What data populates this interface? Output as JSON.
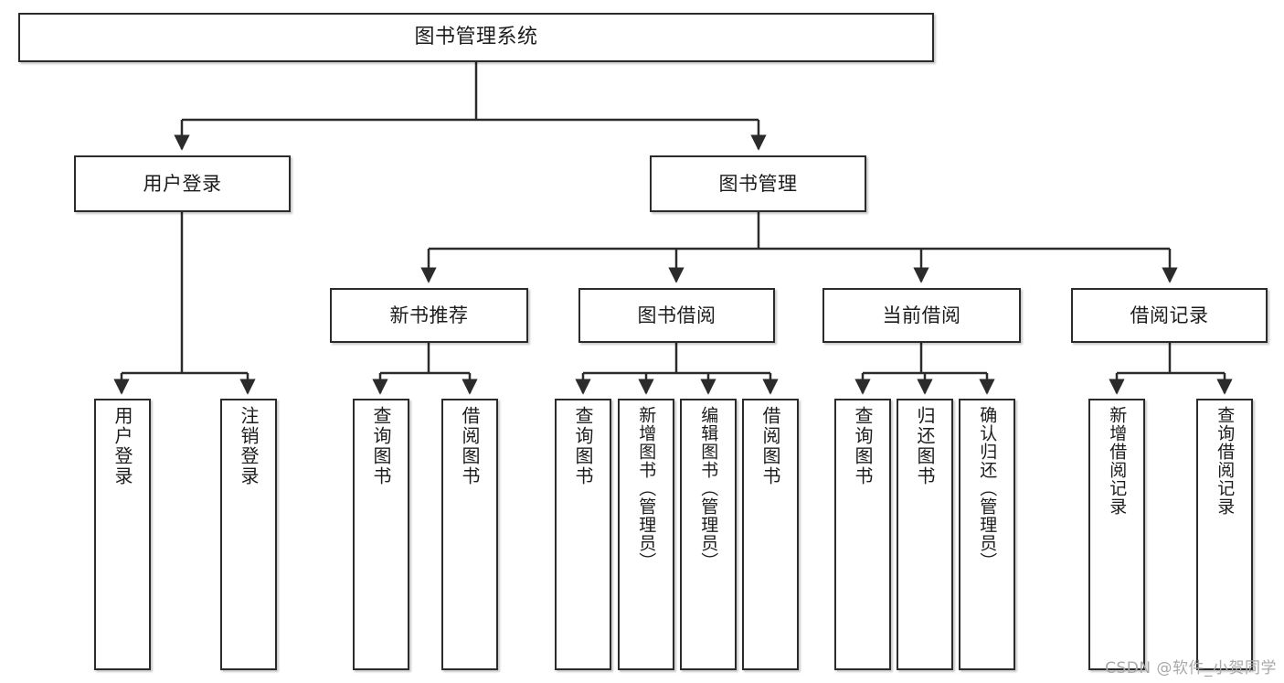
{
  "diagram": {
    "title": "图书管理系统",
    "type": "功能结构图",
    "root": {
      "id": "root",
      "label": "图书管理系统"
    },
    "level2": [
      {
        "id": "user-login",
        "label": "用户登录"
      },
      {
        "id": "book-mgmt",
        "label": "图书管理"
      }
    ],
    "level3": [
      {
        "id": "new-book-rec",
        "label": "新书推荐",
        "parent": "book-mgmt"
      },
      {
        "id": "book-borrow",
        "label": "图书借阅",
        "parent": "book-mgmt"
      },
      {
        "id": "current-borrow",
        "label": "当前借阅",
        "parent": "book-mgmt"
      },
      {
        "id": "borrow-record",
        "label": "借阅记录",
        "parent": "book-mgmt"
      }
    ],
    "leaves": [
      {
        "id": "leaf-user-login",
        "label": "用户登录",
        "parent": "user-login"
      },
      {
        "id": "leaf-user-logout",
        "label": "注销登录",
        "parent": "user-login"
      },
      {
        "id": "leaf-query-book-1",
        "label": "查询图书",
        "parent": "new-book-rec"
      },
      {
        "id": "leaf-borrow-book-1",
        "label": "借阅图书",
        "parent": "new-book-rec"
      },
      {
        "id": "leaf-query-book-2",
        "label": "查询图书",
        "parent": "book-borrow"
      },
      {
        "id": "leaf-add-book",
        "label": "新增图书（管理员）",
        "parent": "book-borrow"
      },
      {
        "id": "leaf-edit-book",
        "label": "编辑图书（管理员）",
        "parent": "book-borrow"
      },
      {
        "id": "leaf-borrow-book-2",
        "label": "借阅图书",
        "parent": "book-borrow"
      },
      {
        "id": "leaf-query-book-3",
        "label": "查询图书",
        "parent": "current-borrow"
      },
      {
        "id": "leaf-return-book",
        "label": "归还图书",
        "parent": "current-borrow"
      },
      {
        "id": "leaf-confirm-return",
        "label": "确认归还（管理员）",
        "parent": "current-borrow"
      },
      {
        "id": "leaf-add-record",
        "label": "新增借阅记录",
        "parent": "borrow-record"
      },
      {
        "id": "leaf-query-record",
        "label": "查询借阅记录",
        "parent": "borrow-record"
      }
    ],
    "watermark": "CSDN @软件_小贺同学",
    "colors": {
      "stroke": "#2b2b2b",
      "fill": "#ffffff",
      "text": "#1c1c1c",
      "watermark": "#a9a9a9"
    }
  }
}
